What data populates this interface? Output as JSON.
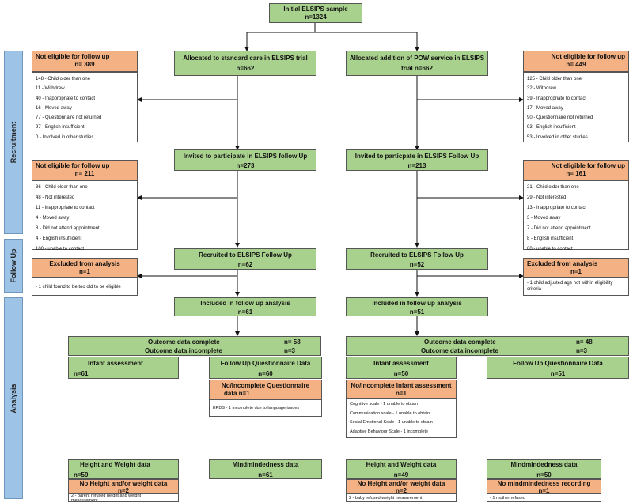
{
  "sections": {
    "recruitment": "Recruitment",
    "follow_up": "Follow Up",
    "analysis": "Analysis"
  },
  "initial": {
    "line1": "Initial ELSIPS sample",
    "line2": "n=1324"
  },
  "left": {
    "allocated": {
      "line1": "Allocated to standard care in  ELSIPS trial",
      "line2": "n=662"
    },
    "invited": {
      "line1": "Invited to participate in ELSIPS follow Up",
      "line2": "n=273"
    },
    "recruited": {
      "line1": "Recruited to ELSIPS Follow Up",
      "line2": "n=62"
    },
    "included": {
      "line1": "Included in follow up analysis",
      "line2": "n=61"
    },
    "not_eligible_1": {
      "title": "Not eligible for follow up",
      "n": "n= 389",
      "items": [
        "148 - Child older than one",
        "11 - Withdrew",
        "40 - Inappropriate to contact",
        "16 - Moved away",
        "77 - Questionnaire not returned",
        "97 - English insufficient",
        "0 - Involved in other studies"
      ]
    },
    "not_eligible_2": {
      "title": "Not eligible for follow up",
      "n": "n= 211",
      "items": [
        "36 - Child older than one",
        "48 - Not interested",
        "11 - Inappropriate to contact",
        "4 - Moved away",
        "8 - Did not attend appointment",
        "4 - English insufficient",
        "100 - unable to contact"
      ]
    },
    "excluded": {
      "title": "Excluded from analysis",
      "n": "n=1",
      "detail": "- 1 child  found to be too old to be eligible"
    },
    "outcome": {
      "complete_label": "Outcome data complete",
      "complete_n": "n= 58",
      "incomplete_label": "Outcome data incomplete",
      "incomplete_n": "n=3"
    },
    "infant": {
      "line1": "Infant assessment",
      "line2": "n=61"
    },
    "questionnaire": {
      "line1": "Follow Up Questionnaire Data",
      "line2": "n=60"
    },
    "no_questionnaire": {
      "line1": "No/Incomplete Questionnaire",
      "line2": "data n=1",
      "detail": "EPDS - 1 incomplete due to language issues"
    },
    "height": {
      "line1": "Height and Weight data",
      "line2": "n=59"
    },
    "mind": {
      "line1": "Mindmindedness data",
      "line2": "n=61"
    },
    "no_height": {
      "line1": "No Height and/or weight data",
      "line2": "n=2",
      "detail1": "2 - parent refused height and weight",
      "detail2": "measurement"
    }
  },
  "right": {
    "allocated": {
      "line1": "Allocated addition of POW service in ELSIPS",
      "line2": "trial      n=662"
    },
    "invited": {
      "line1": "Invited to particpate in ELSIPS Follow Up",
      "line2": "n=213"
    },
    "recruited": {
      "line1": "Recruited to ELSIPS Follow Up",
      "line2": "n=52"
    },
    "included": {
      "line1": "Included in follow up analysis",
      "line2": "n=51"
    },
    "not_eligible_1": {
      "title": "Not eligible for follow up",
      "n": "n= 449",
      "items": [
        "125 - Child older than one",
        "32 - Withdrew",
        "39 - Inappropriate to contact",
        "17 - Moved away",
        "90 - Questionnaire not returned",
        "93 - English insufficient",
        "53 - Involved in other studies"
      ]
    },
    "not_eligible_2": {
      "title": "Not eligible for follow up",
      "n": "n= 161",
      "items": [
        "21 - Child older than one",
        "29 - Not interested",
        "13 - Inappropriate to contact",
        "3 - Moved away",
        "7 - Did not attend appointment",
        "8 - English insufficient",
        "80 - unable to contact"
      ]
    },
    "excluded": {
      "title": "Excluded from analysis",
      "n": "n=1",
      "detail1": "- 1 child adjusted age not within eligibility",
      "detail2": "criteria"
    },
    "outcome": {
      "complete_label": "Outcome data complete",
      "complete_n": "n= 48",
      "incomplete_label": "Outcome data incomplete",
      "incomplete_n": "n=3"
    },
    "infant": {
      "line1": "Infant assessment",
      "line2": "n=50"
    },
    "questionnaire": {
      "line1": "Follow Up Questionnaire Data",
      "line2": "n=51"
    },
    "no_infant": {
      "line1": "No/incomplete Infant assessment",
      "line2": "n=1",
      "items": [
        "Cognitive scale - 1 unable to obtain",
        "Communication scale - 1 unable to obtain",
        "Social Emotional Scale - 1 unable to obtain",
        "Adaptive Behaviour Scale - 1 incomplete"
      ]
    },
    "height": {
      "line1": "Height and Weight data",
      "line2": "n=49"
    },
    "mind": {
      "line1": "Mindmindedness data",
      "line2": "n=50"
    },
    "no_height": {
      "line1": "No Height and/or weight data",
      "line2": "n=2",
      "detail": "2 - baby refused weight measurement"
    },
    "no_mind": {
      "line1": "No mindmindedness recording",
      "line2": "n=1",
      "detail": "- 1 mother refused"
    }
  },
  "colors": {
    "green": "#a9d18e",
    "orange": "#f4b183",
    "blue": "#9dc3e6"
  }
}
